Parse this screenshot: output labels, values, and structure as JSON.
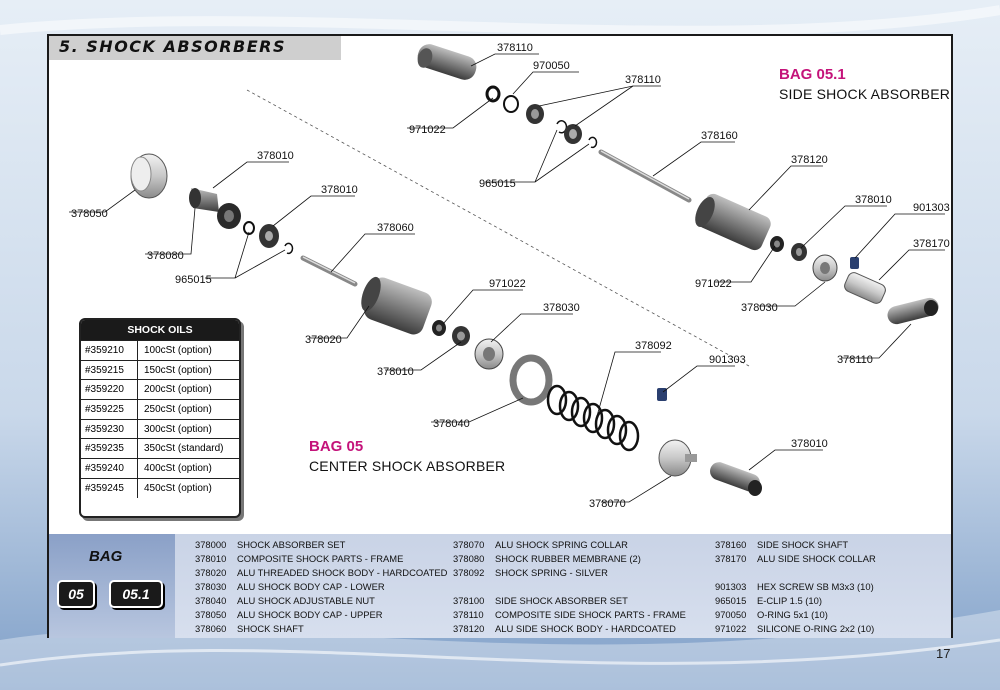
{
  "page": {
    "title": "5. SHOCK ABSORBERS",
    "number": "17"
  },
  "bags": {
    "side": {
      "title": "BAG 05.1",
      "subtitle": "SIDE SHOCK ABSORBER"
    },
    "center": {
      "title": "BAG 05",
      "subtitle": "CENTER SHOCK ABSORBER"
    }
  },
  "callouts": {
    "c378110a": "378110",
    "c970050": "970050",
    "c378110b": "378110",
    "c971022a": "971022",
    "c378160": "378160",
    "c965015a": "965015",
    "c378120": "378120",
    "c378010a": "378010",
    "c378050": "378050",
    "c378010b": "378010",
    "c378080": "378080",
    "c965015b": "965015",
    "c378060": "378060",
    "c378010c": "378010",
    "c901303a": "901303",
    "c378170": "378170",
    "c971022b": "971022",
    "c378030a": "378030",
    "c971022c": "971022",
    "c378030b": "378030",
    "c378020": "378020",
    "c378010d": "378010",
    "c378092": "378092",
    "c901303b": "901303",
    "c378040": "378040",
    "c378110c": "378110",
    "c378010e": "378010",
    "c378070": "378070"
  },
  "oils": {
    "header": "SHOCK OILS",
    "rows": [
      {
        "code": "#359210",
        "viscosity": "100cSt (option)"
      },
      {
        "code": "#359215",
        "viscosity": "150cSt (option)"
      },
      {
        "code": "#359220",
        "viscosity": "200cSt (option)"
      },
      {
        "code": "#359225",
        "viscosity": "250cSt (option)"
      },
      {
        "code": "#359230",
        "viscosity": "300cSt (option)"
      },
      {
        "code": "#359235",
        "viscosity": "350cSt (standard)"
      },
      {
        "code": "#359240",
        "viscosity": "400cSt (option)"
      },
      {
        "code": "#359245",
        "viscosity": "450cSt (option)"
      }
    ]
  },
  "parts_list": {
    "bag_label": "BAG",
    "bag_badges": [
      "05",
      "05.1"
    ],
    "col1": [
      {
        "code": "378000",
        "name": "SHOCK ABSORBER SET"
      },
      {
        "code": "378010",
        "name": "COMPOSITE SHOCK PARTS - FRAME"
      },
      {
        "code": "378020",
        "name": "ALU THREADED SHOCK BODY - HARDCOATED"
      },
      {
        "code": "378030",
        "name": "ALU SHOCK BODY CAP - LOWER"
      },
      {
        "code": "378040",
        "name": "ALU SHOCK ADJUSTABLE NUT"
      },
      {
        "code": "378050",
        "name": "ALU SHOCK BODY CAP - UPPER"
      },
      {
        "code": "378060",
        "name": "SHOCK SHAFT"
      }
    ],
    "col2": [
      {
        "code": "378070",
        "name": "ALU SHOCK SPRING COLLAR"
      },
      {
        "code": "378080",
        "name": "SHOCK RUBBER MEMBRANE (2)"
      },
      {
        "code": "378092",
        "name": "SHOCK SPRING - SILVER"
      },
      {
        "code": "",
        "name": ""
      },
      {
        "code": "378100",
        "name": "SIDE SHOCK ABSORBER SET"
      },
      {
        "code": "378110",
        "name": "COMPOSITE SIDE SHOCK PARTS - FRAME"
      },
      {
        "code": "378120",
        "name": "ALU SIDE SHOCK BODY - HARDCOATED"
      }
    ],
    "col3": [
      {
        "code": "378160",
        "name": "SIDE SHOCK SHAFT"
      },
      {
        "code": "378170",
        "name": "ALU SIDE SHOCK COLLAR"
      },
      {
        "code": "",
        "name": ""
      },
      {
        "code": "901303",
        "name": "HEX SCREW SB M3x3  (10)"
      },
      {
        "code": "965015",
        "name": "E-CLIP 1.5  (10)"
      },
      {
        "code": "970050",
        "name": "O-RING 5x1  (10)"
      },
      {
        "code": "971022",
        "name": "SILICONE O-RING 2x2  (10)"
      }
    ]
  },
  "colors": {
    "accent": "#c4137a",
    "panel_border": "#1a1a1a",
    "parts_bg": "#cdd6e8"
  }
}
